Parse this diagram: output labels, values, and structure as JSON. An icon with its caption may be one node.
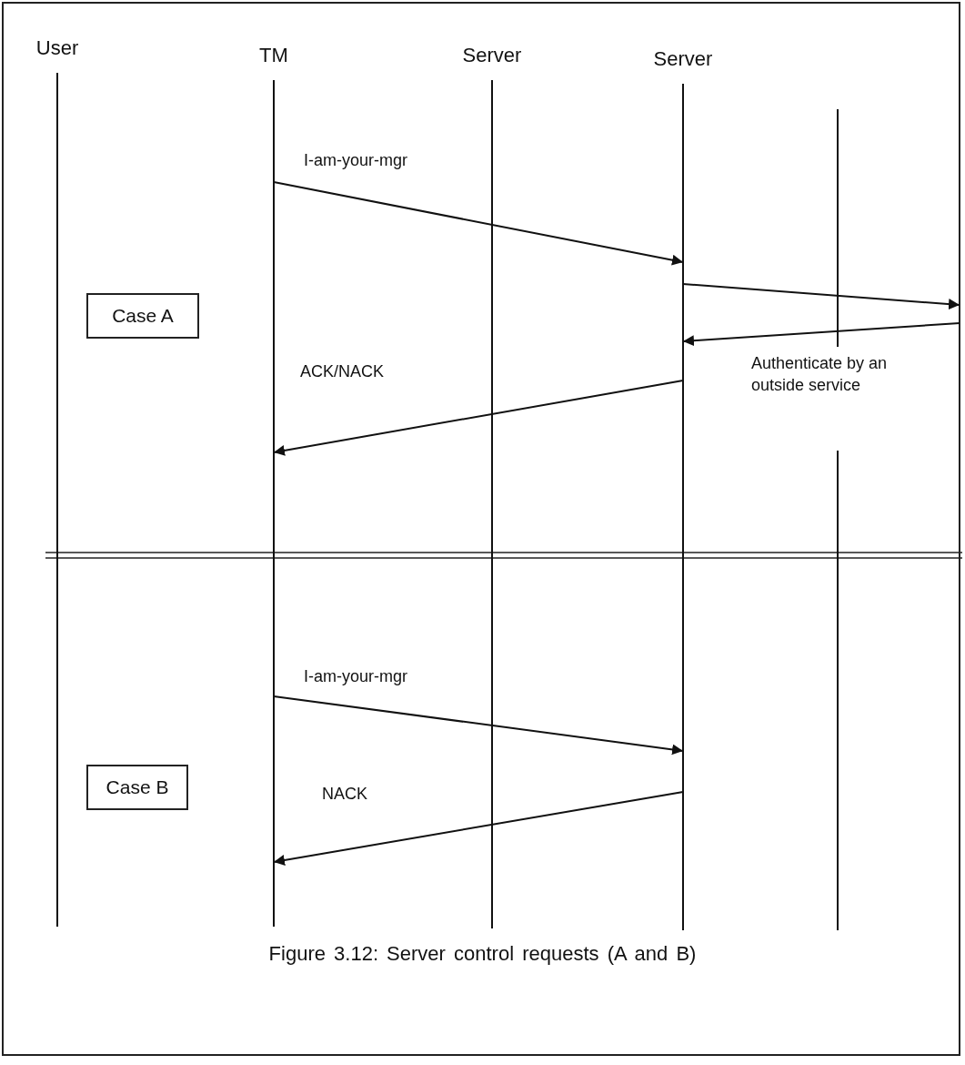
{
  "diagram": {
    "caption": "Figure 3.12: Server control requests (A and B)",
    "nodes": [
      {
        "text": [
          "User"
        ]
      },
      {
        "text": [
          "TM"
        ]
      },
      {
        "text": [
          "Server"
        ]
      },
      {
        "text": [
          "Server"
        ]
      },
      {
        "text": [],
        "shape": "bar"
      },
      {
        "text": [
          "Case A"
        ]
      },
      {
        "text": [
          "Case B"
        ]
      }
    ],
    "edges": [
      {
        "from": 1,
        "to": 3,
        "arrow": "to",
        "label": "I-am-your-mgr"
      },
      {
        "from": 3,
        "to": null,
        "arrow": "to"
      },
      {
        "from": null,
        "to": 3,
        "arrow": "to"
      },
      {
        "from": 3,
        "to": 1,
        "arrow": "to",
        "label": "ACK/NACK"
      },
      {
        "from": 1,
        "to": 3,
        "arrow": "to",
        "label": "I-am-your-mgr"
      },
      {
        "from": 3,
        "to": 1,
        "arrow": "to",
        "label": "NACK"
      }
    ],
    "labels": [
      "Authenticate by an outside service"
    ]
  }
}
